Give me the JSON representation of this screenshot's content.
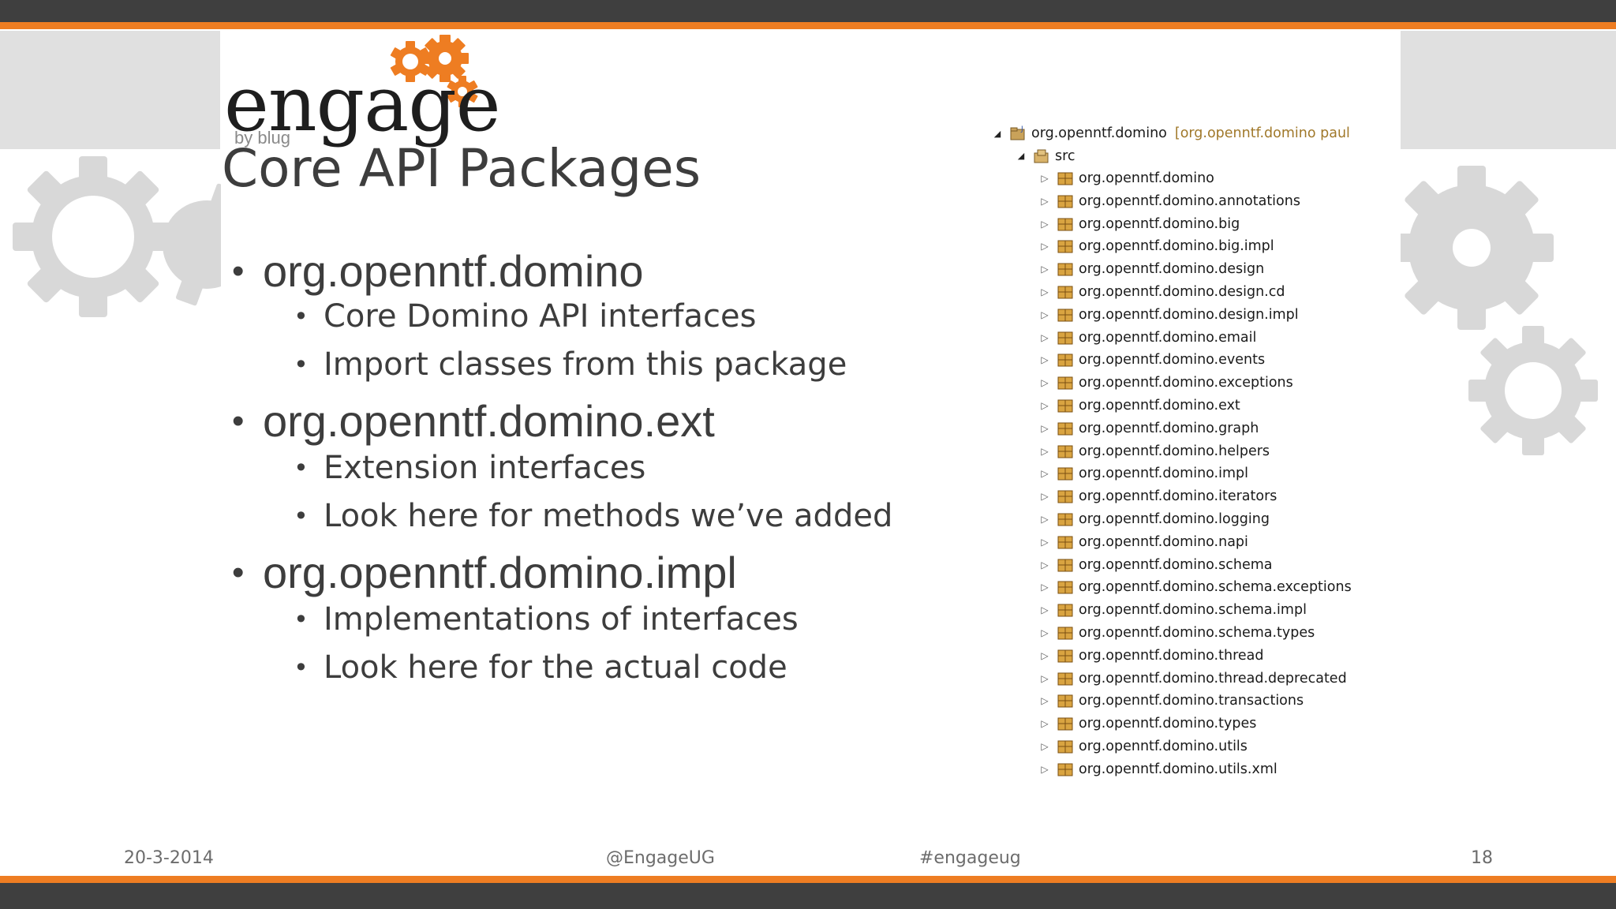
{
  "brand": {
    "logo_word": "engage",
    "logo_sub": "by blug",
    "colors": {
      "orange": "#ee7d22",
      "dark_bar": "#3f3f3f",
      "gear_gray": "#d8d8d8",
      "text": "#3d3d3d"
    }
  },
  "slide": {
    "title": "Core API Packages",
    "bullets": [
      {
        "text": "org.openntf.domino",
        "sub": [
          "Core Domino API interfaces",
          "Import classes from this package"
        ]
      },
      {
        "text": "org.openntf.domino.ext",
        "sub": [
          "Extension interfaces",
          "Look here for methods we’ve added"
        ]
      },
      {
        "text": "org.openntf.domino.impl",
        "sub": [
          "Implementations of interfaces",
          "Look here for the actual code"
        ]
      }
    ]
  },
  "tree": {
    "project": {
      "name": "org.openntf.domino",
      "extra": "[org.openntf.domino paul",
      "icon": "project-icon"
    },
    "folder": {
      "name": "src",
      "icon": "source-folder-icon"
    },
    "packages": [
      "org.openntf.domino",
      "org.openntf.domino.annotations",
      "org.openntf.domino.big",
      "org.openntf.domino.big.impl",
      "org.openntf.domino.design",
      "org.openntf.domino.design.cd",
      "org.openntf.domino.design.impl",
      "org.openntf.domino.email",
      "org.openntf.domino.events",
      "org.openntf.domino.exceptions",
      "org.openntf.domino.ext",
      "org.openntf.domino.graph",
      "org.openntf.domino.helpers",
      "org.openntf.domino.impl",
      "org.openntf.domino.iterators",
      "org.openntf.domino.logging",
      "org.openntf.domino.napi",
      "org.openntf.domino.schema",
      "org.openntf.domino.schema.exceptions",
      "org.openntf.domino.schema.impl",
      "org.openntf.domino.schema.types",
      "org.openntf.domino.thread",
      "org.openntf.domino.thread.deprecated",
      "org.openntf.domino.transactions",
      "org.openntf.domino.types",
      "org.openntf.domino.utils",
      "org.openntf.domino.utils.xml"
    ]
  },
  "footer": {
    "date": "20-3-2014",
    "handle": "@EngageUG",
    "hashtag": "#engageug",
    "page": "18"
  }
}
